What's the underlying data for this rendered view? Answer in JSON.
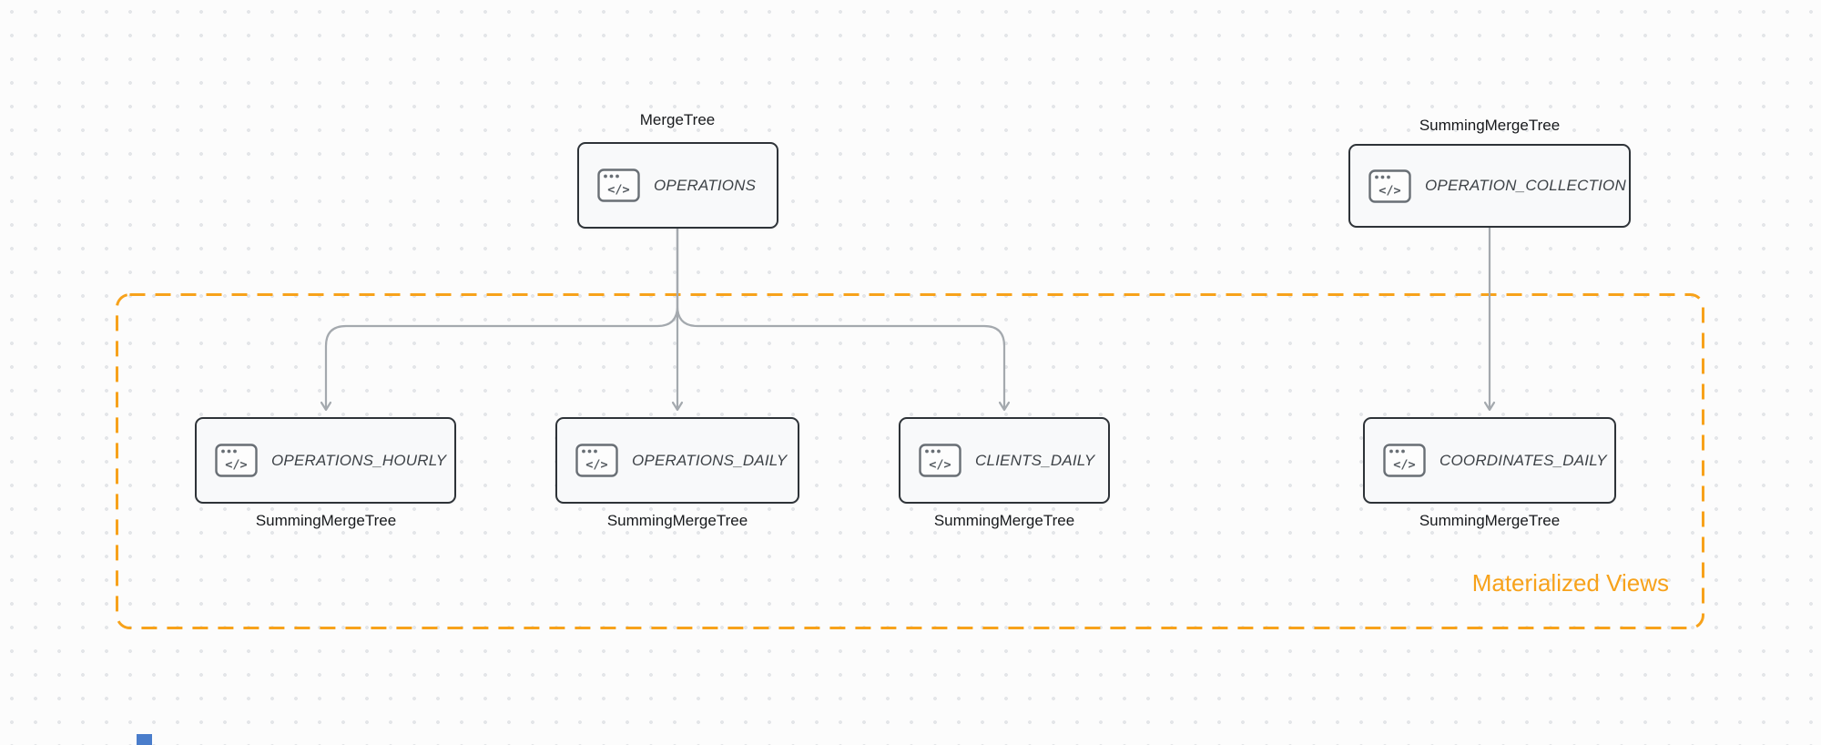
{
  "diagram": {
    "group": {
      "label": "Materialized Views"
    },
    "icon": {
      "name": "code-window-icon",
      "glyph": "</>"
    },
    "nodes": {
      "operations": {
        "engine": "MergeTree",
        "name": "OPERATIONS"
      },
      "operation_collection": {
        "engine": "SummingMergeTree",
        "name": "OPERATION_COLLECTION"
      },
      "operations_hourly": {
        "engine": "SummingMergeTree",
        "name": "OPERATIONS_HOURLY"
      },
      "operations_daily": {
        "engine": "SummingMergeTree",
        "name": "OPERATIONS_DAILY"
      },
      "clients_daily": {
        "engine": "SummingMergeTree",
        "name": "CLIENTS_DAILY"
      },
      "coordinates_daily": {
        "engine": "SummingMergeTree",
        "name": "COORDINATES_DAILY"
      }
    },
    "colors": {
      "accent": "#f7a21b",
      "node_border": "#2e3338",
      "arrow": "#a4a9ae"
    }
  }
}
